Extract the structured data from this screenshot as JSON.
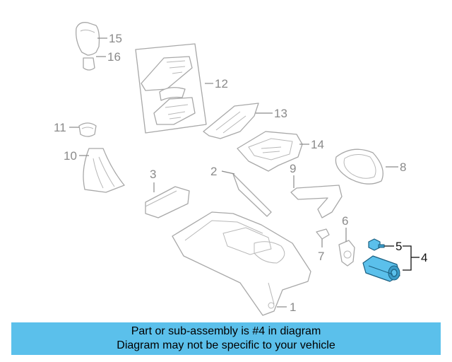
{
  "diagram": {
    "callouts": {
      "c1": "1",
      "c2": "2",
      "c3": "3",
      "c4": "4",
      "c5": "5",
      "c6": "6",
      "c7": "7",
      "c8": "8",
      "c9": "9",
      "c10": "10",
      "c11": "11",
      "c12": "12",
      "c13": "13",
      "c14": "14",
      "c15": "15",
      "c16": "16"
    },
    "highlight_color": "#5bc0eb",
    "highlighted_part": "4"
  },
  "banner": {
    "line1": "Part or sub-assembly is #4 in diagram",
    "line2": "Diagram may not be specific to your vehicle",
    "background": "#5bc0eb"
  }
}
